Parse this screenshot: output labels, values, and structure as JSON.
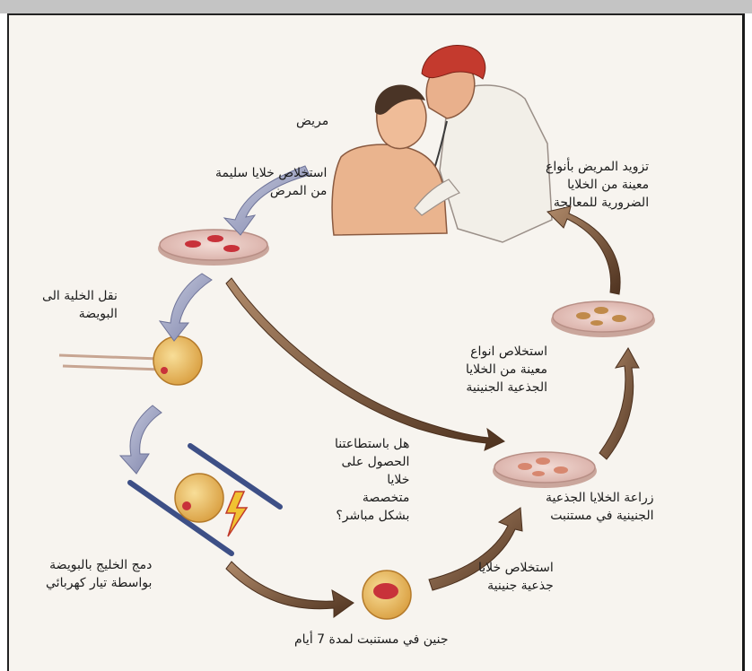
{
  "colors": {
    "arrow_blue": "#8a8fb4",
    "arrow_brown": "#6e4a32",
    "dish_rim": "#c9a49a",
    "cell_red": "#c8323a",
    "egg_yellow": "#efc36a",
    "electrode_blue": "#3d4f86"
  },
  "labels": {
    "patient": [
      "مريض"
    ],
    "extract_healthy": [
      "استخلاص خلايا سليمة",
      "من المرض"
    ],
    "transfer_to_egg": [
      "نقل الخلية الى",
      "البويضة"
    ],
    "fusion": [
      "دمج الخليج بالبويضة",
      "بواسطة تيار كهربائي"
    ],
    "embryo": [
      "جنين في مستنبت لمدة 7 أيام"
    ],
    "extract_embryonic": [
      "استخلاص خلايا",
      "جذعية جنينية"
    ],
    "culture": [
      "زراعة الخلايا الجذعية",
      "الجنينية في مستنبت"
    ],
    "question": [
      "هل باستطاعتنا",
      "الحصول على",
      "خلايا",
      "متخصصة",
      "بشكل مباشر؟"
    ],
    "extract_types": [
      "استخلاص انواع",
      "معينة من الخلايا",
      "الجذعية الجنينية"
    ],
    "supply_patient": [
      "تزويد المريض بأنواع",
      "معينة من الخلايا",
      "الضرورية للمعالجة"
    ]
  }
}
